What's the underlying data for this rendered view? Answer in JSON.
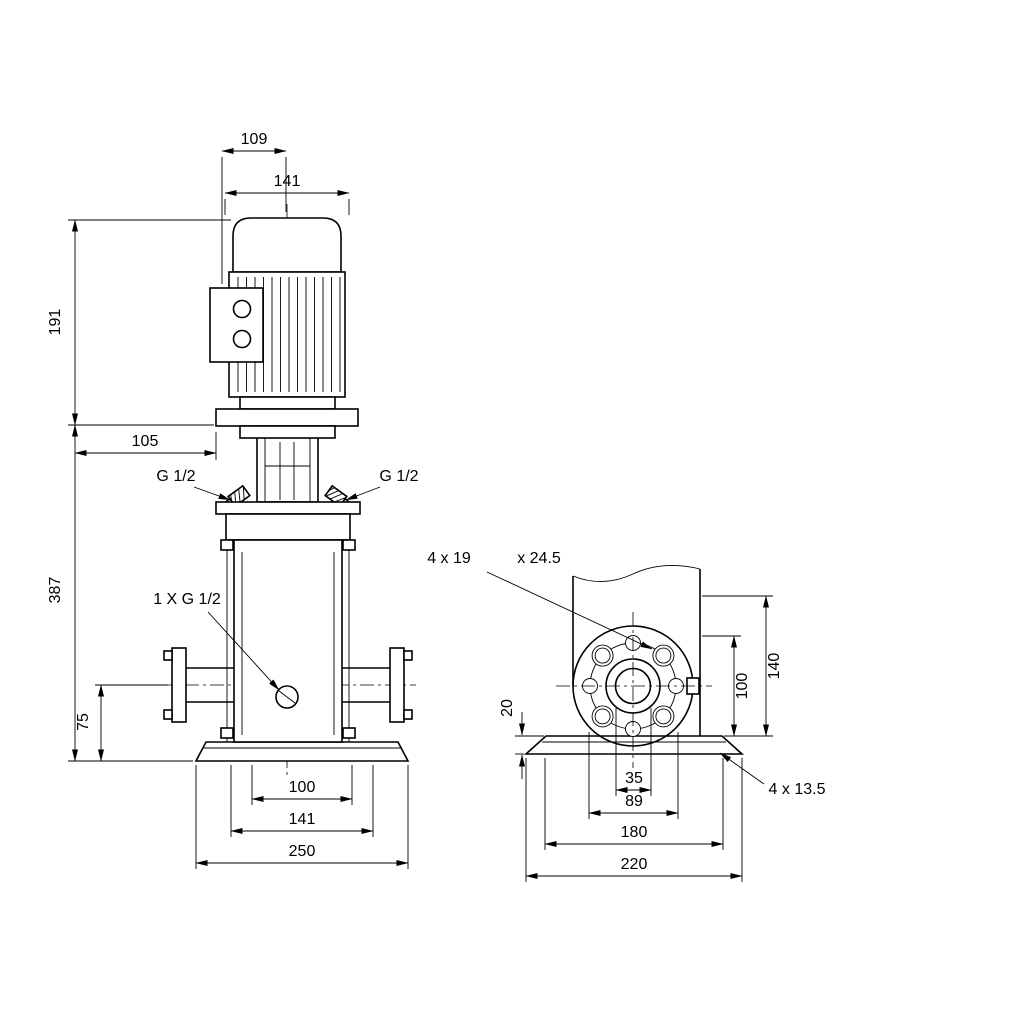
{
  "page": {
    "background": "#ffffff",
    "line_color": "#000000"
  },
  "front_view": {
    "dims": {
      "d109": "109",
      "d141_top": "141",
      "d191": "191",
      "d105": "105",
      "d387": "387",
      "d75": "75",
      "d100_bottom": "100",
      "d141_bottom": "141",
      "d250": "250"
    },
    "labels": {
      "port_left": "G 1/2",
      "port_right": "G 1/2",
      "drain_port": "1 X G 1/2"
    }
  },
  "side_view": {
    "dims": {
      "d20": "20",
      "d100": "100",
      "d140": "140",
      "d35": "35",
      "d89": "89",
      "d180": "180",
      "d220": "220"
    },
    "labels": {
      "flange_holes": "4 x 19",
      "flange_counterbore": "x 24.5",
      "base_holes": "4  x 13.5"
    }
  }
}
